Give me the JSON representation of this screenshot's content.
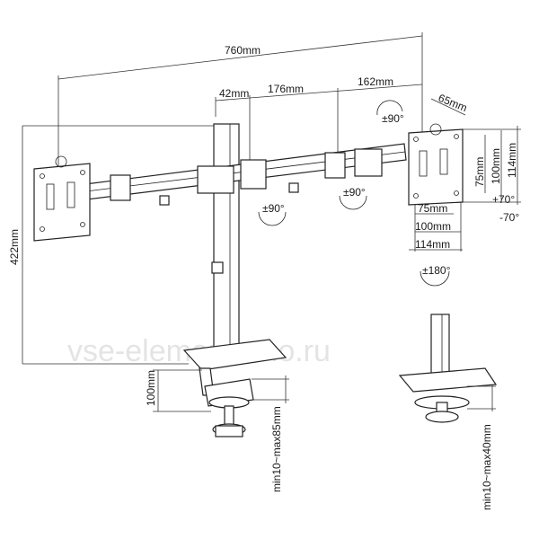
{
  "dimensions": {
    "total_width": "760mm",
    "arm_offset": "42mm",
    "arm_segment_1": "176mm",
    "arm_segment_2": "162mm",
    "plate_depth": "65mm",
    "height": "422mm",
    "vesa_75_v": "75mm",
    "vesa_100_v": "100mm",
    "plate_114_v": "114mm",
    "vesa_75_h": "75mm",
    "vesa_100_h": "100mm",
    "plate_114_h": "114mm",
    "clamp_height": "100mm",
    "clamp_range": "min10~max85mm",
    "grommet_range": "min10~max40mm"
  },
  "rotations": {
    "plate_rotate": "±90°",
    "joint_left": "±90°",
    "joint_right": "±90°",
    "tilt_up": "+70°",
    "tilt_down": "-70°",
    "swivel": "±180°"
  },
  "watermark": "vse-elementarno.ru"
}
